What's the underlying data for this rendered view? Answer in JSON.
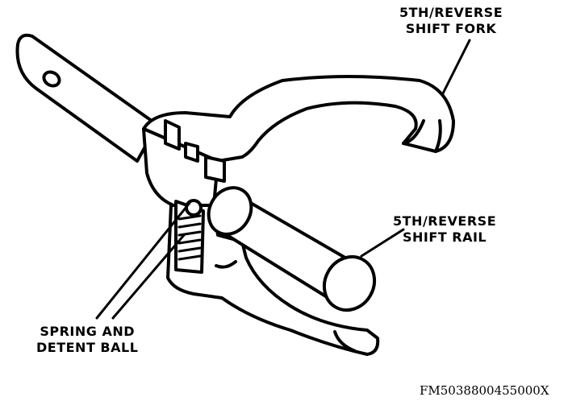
{
  "labels": {
    "fork": [
      "5TH/REVERSE",
      "SHIFT FORK"
    ],
    "rail": [
      "5TH/REVERSE",
      "SHIFT RAIL"
    ],
    "spring": [
      "SPRING AND",
      "DETENT BALL"
    ]
  },
  "figure_code": "FM5038800455000X",
  "colors": {
    "ink": "#000000",
    "paper": "#ffffff"
  }
}
